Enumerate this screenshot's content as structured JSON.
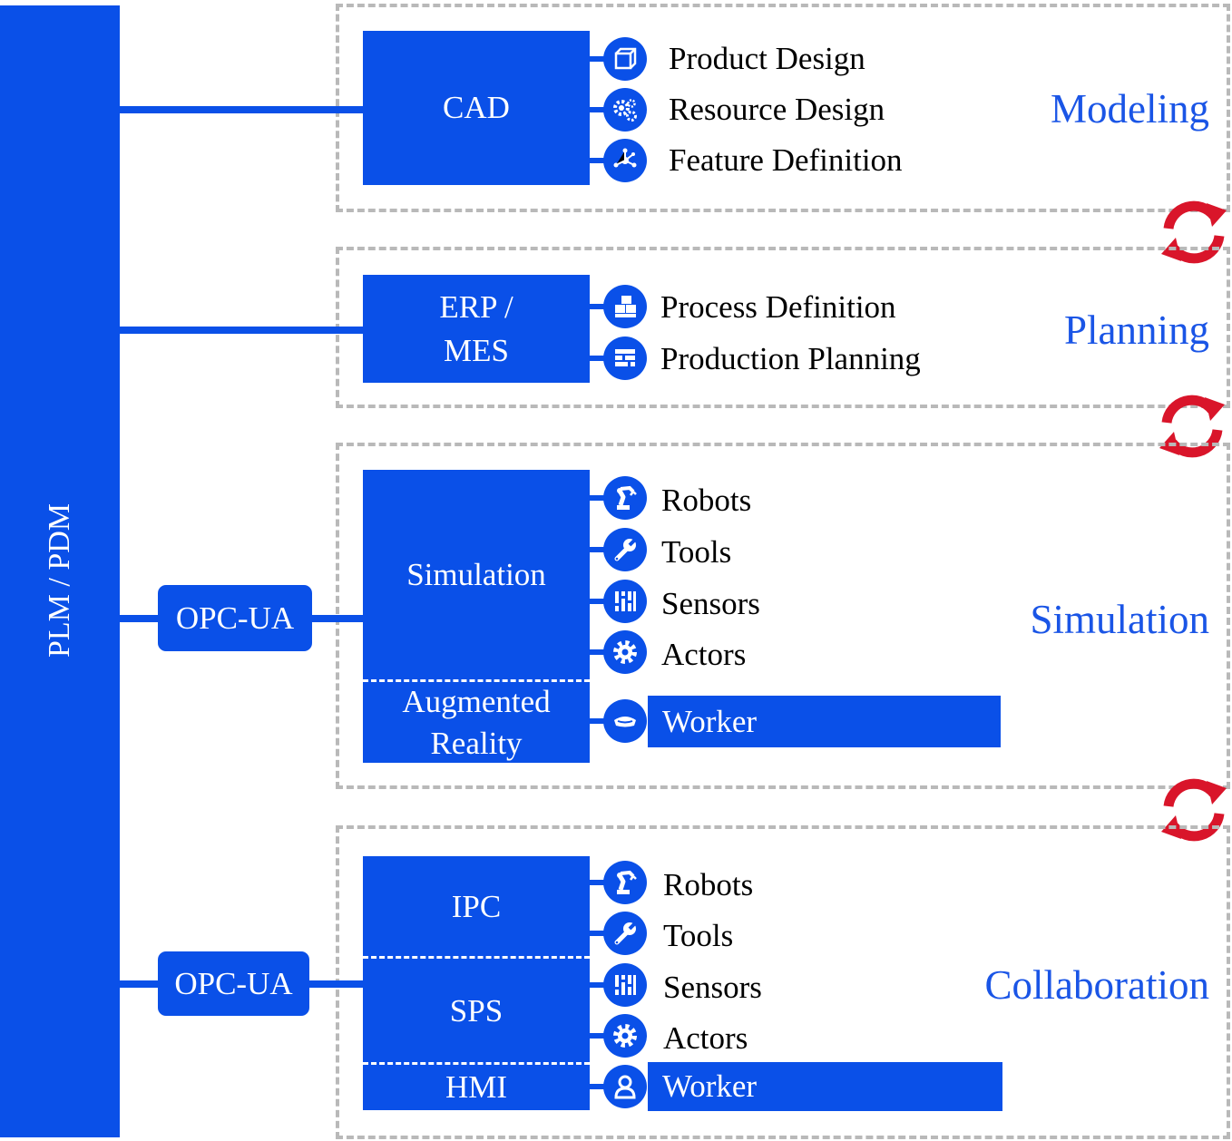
{
  "colors": {
    "primary": "#0a50e8",
    "phase_text": "#1a55e6",
    "frame_dash": "#b9b9b9",
    "sync": "#d9152a"
  },
  "spine": {
    "label": "PLM / PDM"
  },
  "modeling": {
    "phase": "Modeling",
    "system": "CAD",
    "items": [
      {
        "icon": "cube-icon",
        "label": "Product Design"
      },
      {
        "icon": "gears-icon",
        "label": "Resource Design"
      },
      {
        "icon": "network-icon",
        "label": "Feature Definition"
      }
    ]
  },
  "planning": {
    "phase": "Planning",
    "system_line1": "ERP /",
    "system_line2": "MES",
    "items": [
      {
        "icon": "process-blocks-icon",
        "label": "Process Definition"
      },
      {
        "icon": "gantt-icon",
        "label": "Production Planning"
      }
    ]
  },
  "simulation": {
    "phase": "Simulation",
    "connector": "OPC-UA",
    "system": "Simulation",
    "ar_line1": "Augmented",
    "ar_line2": "Reality",
    "items": [
      {
        "icon": "robot-arm-icon",
        "label": "Robots"
      },
      {
        "icon": "wrench-icon",
        "label": "Tools"
      },
      {
        "icon": "sensor-sliders-icon",
        "label": "Sensors"
      },
      {
        "icon": "gear-icon",
        "label": "Actors"
      }
    ],
    "worker": {
      "icon": "ar-headset-icon",
      "label": "Worker"
    }
  },
  "collaboration": {
    "phase": "Collaboration",
    "connector": "OPC-UA",
    "systems": [
      "IPC",
      "SPS",
      "HMI"
    ],
    "items": [
      {
        "icon": "robot-arm-icon",
        "label": "Robots"
      },
      {
        "icon": "wrench-icon",
        "label": "Tools"
      },
      {
        "icon": "sensor-sliders-icon",
        "label": "Sensors"
      },
      {
        "icon": "gear-icon",
        "label": "Actors"
      }
    ],
    "worker": {
      "icon": "person-icon",
      "label": "Worker"
    }
  }
}
